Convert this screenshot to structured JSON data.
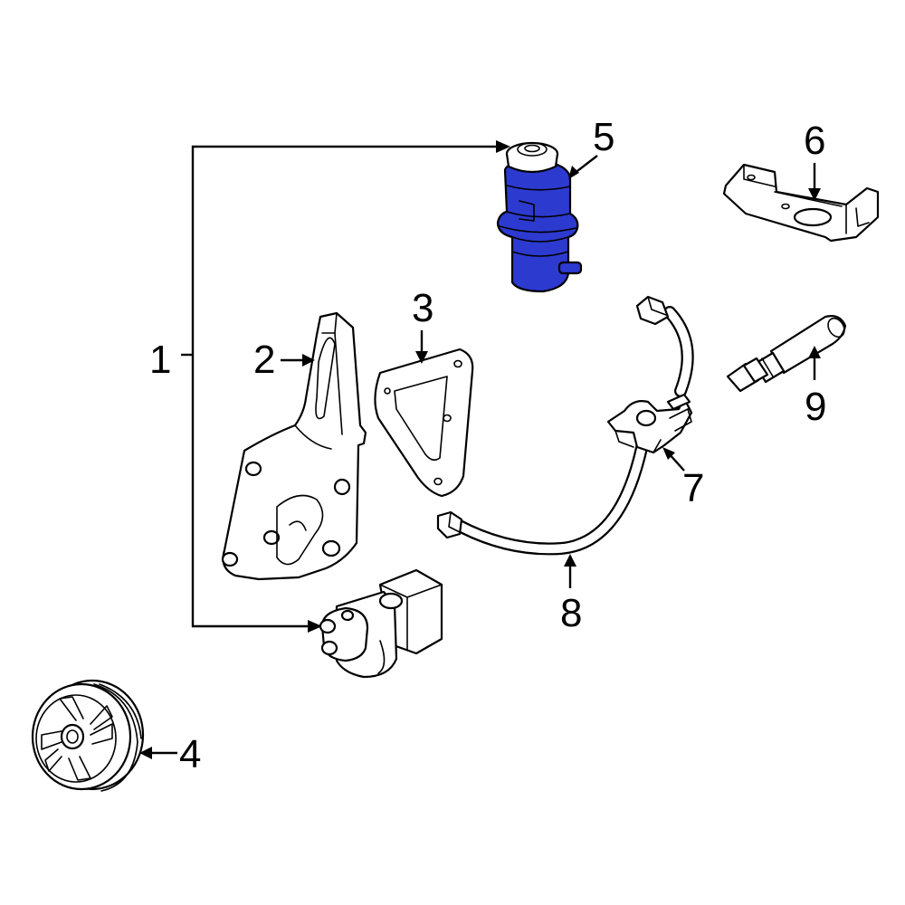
{
  "highlight_color": "#2c3ad0",
  "callouts": {
    "c1": "1",
    "c2": "2",
    "c3": "3",
    "c4": "4",
    "c5": "5",
    "c6": "6",
    "c7": "7",
    "c8": "8",
    "c9": "9"
  },
  "parts": [
    {
      "callout": "1",
      "icon": "power-steering-pump-assembly-icon"
    },
    {
      "callout": "2",
      "icon": "mounting-bracket-icon"
    },
    {
      "callout": "3",
      "icon": "support-plate-icon"
    },
    {
      "callout": "4",
      "icon": "pulley-icon"
    },
    {
      "callout": "5",
      "icon": "reservoir-icon",
      "highlighted": true
    },
    {
      "callout": "6",
      "icon": "reservoir-bracket-icon"
    },
    {
      "callout": "7",
      "icon": "hose-clamp-icon"
    },
    {
      "callout": "8",
      "icon": "pressure-hose-icon"
    },
    {
      "callout": "9",
      "icon": "hose-fitting-icon"
    }
  ]
}
